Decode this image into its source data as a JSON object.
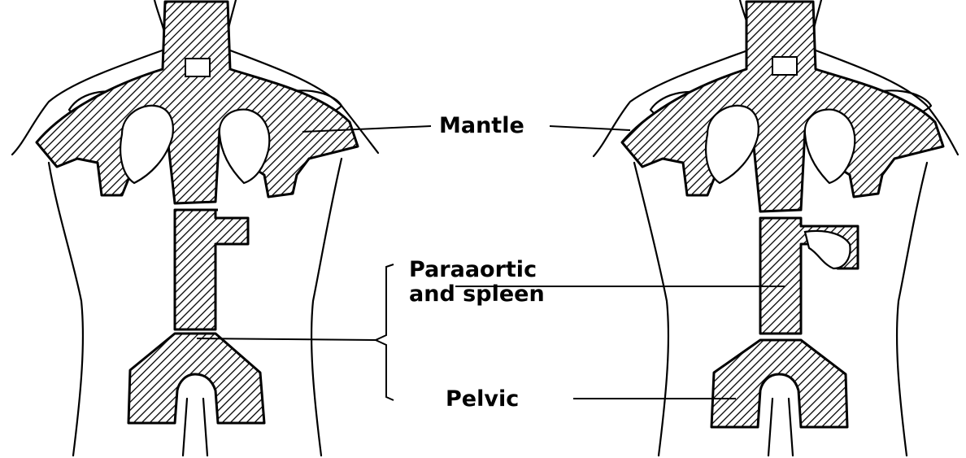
{
  "diagram": {
    "labels": {
      "mantle": "Mantle",
      "paraaortic_line1": "Paraaortic",
      "paraaortic_line2": "and spleen",
      "pelvic": "Pelvic"
    }
  }
}
